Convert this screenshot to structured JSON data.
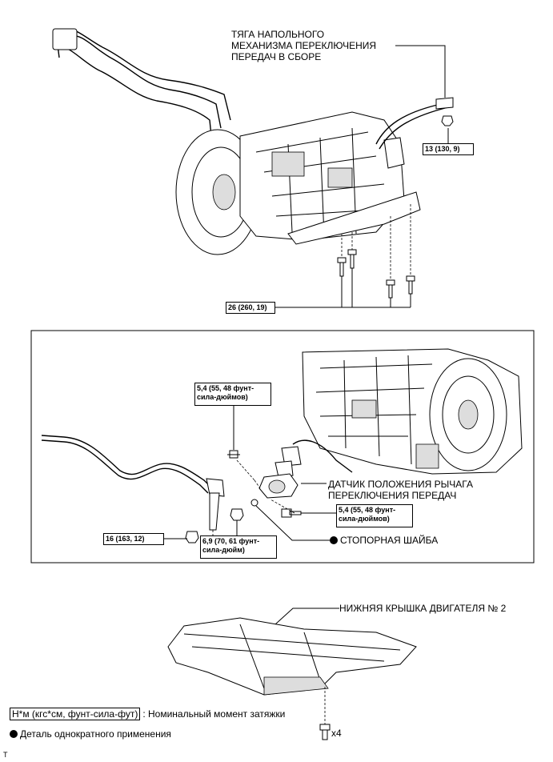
{
  "callouts": {
    "shift_rod": [
      "ТЯГА НАПОЛЬНОГО",
      "МЕХАНИЗМА ПЕРЕКЛЮЧЕНИЯ",
      "ПЕРЕДАЧ В СБОРЕ"
    ],
    "position_sensor": [
      "ДАТЧИК ПОЛОЖЕНИЯ РЫЧАГА",
      "ПЕРЕКЛЮЧЕНИЯ ПЕРЕДАЧ"
    ],
    "lock_washer": "СТОПОРНАЯ ШАЙБА",
    "under_cover": "НИЖНЯЯ КРЫШКА ДВИГАТЕЛЯ № 2"
  },
  "torque": {
    "nut_13": "13 (130, 9)",
    "bolts_26": "26 (260, 19)",
    "sensor_top": [
      "5,4 (55, 48 фунт-",
      "сила-дюймов)"
    ],
    "sensor_bottom": [
      "5,4 (55, 48 фунт-",
      "сила-дюймов)"
    ],
    "nut_16": "16 (163, 12)",
    "nut_69": [
      "6,9 (70, 61 фунт-",
      "сила-дюйм)"
    ]
  },
  "legend": {
    "unit_box": "Н*м (кгс*см, фунт-сила-фут)",
    "unit_text": ": Номинальный момент затяжки",
    "nonreusable": "Деталь однократного применения"
  },
  "quantity": "x4",
  "corner_mark": "T"
}
